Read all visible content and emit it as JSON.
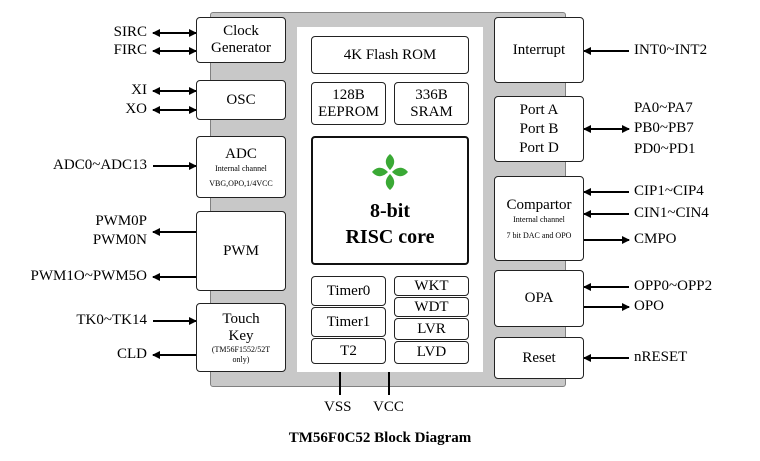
{
  "caption": "TM56F0C52  Block Diagram",
  "center": {
    "flash": "4K Flash ROM",
    "eeprom": [
      "128B",
      "EEPROM"
    ],
    "sram": [
      "336B",
      "SRAM"
    ],
    "core": [
      "8-bit",
      "RISC core"
    ],
    "timers": [
      "Timer0",
      "Timer1",
      "T2"
    ],
    "misc": [
      "WKT",
      "WDT",
      "LVR",
      "LVD"
    ]
  },
  "left_blocks": {
    "clock": [
      "Clock",
      "Generator"
    ],
    "osc": "OSC",
    "adc": {
      "title": "ADC",
      "note1": "Internal channel",
      "note2": "VBG,OPO,1/4VCC"
    },
    "pwm": "PWM",
    "touch": {
      "title": [
        "Touch",
        "Key"
      ],
      "note": [
        "(TM56F1552/52T",
        "only)"
      ]
    }
  },
  "right_blocks": {
    "interrupt": "Interrupt",
    "ports": [
      "Port A",
      "Port B",
      "Port D"
    ],
    "comparator": {
      "title": "Compartor",
      "note1": "Internal channel",
      "note2": "7 bit DAC and OPO"
    },
    "opa": "OPA",
    "reset": "Reset"
  },
  "left_signals": {
    "sirc": "SIRC",
    "firc": "FIRC",
    "xi": "XI",
    "xo": "XO",
    "adc": "ADC0~ADC13",
    "pwm0p": "PWM0P",
    "pwm0n": "PWM0N",
    "pwm1": "PWM1O~PWM5O",
    "tk": "TK0~TK14",
    "cld": "CLD"
  },
  "right_signals": {
    "int": "INT0~INT2",
    "pa": "PA0~PA7",
    "pb": "PB0~PB7",
    "pd": "PD0~PD1",
    "cip": "CIP1~CIP4",
    "cin": "CIN1~CIN4",
    "cmpo": "CMPO",
    "opp": "OPP0~OPP2",
    "opo": "OPO",
    "nreset": "nRESET"
  },
  "bottom_signals": {
    "vss": "VSS",
    "vcc": "VCC"
  },
  "colors": {
    "logo": "#3aa935",
    "chip": "#c8c8c8"
  },
  "icons": {
    "logo": "four-leaf-logo-icon"
  }
}
